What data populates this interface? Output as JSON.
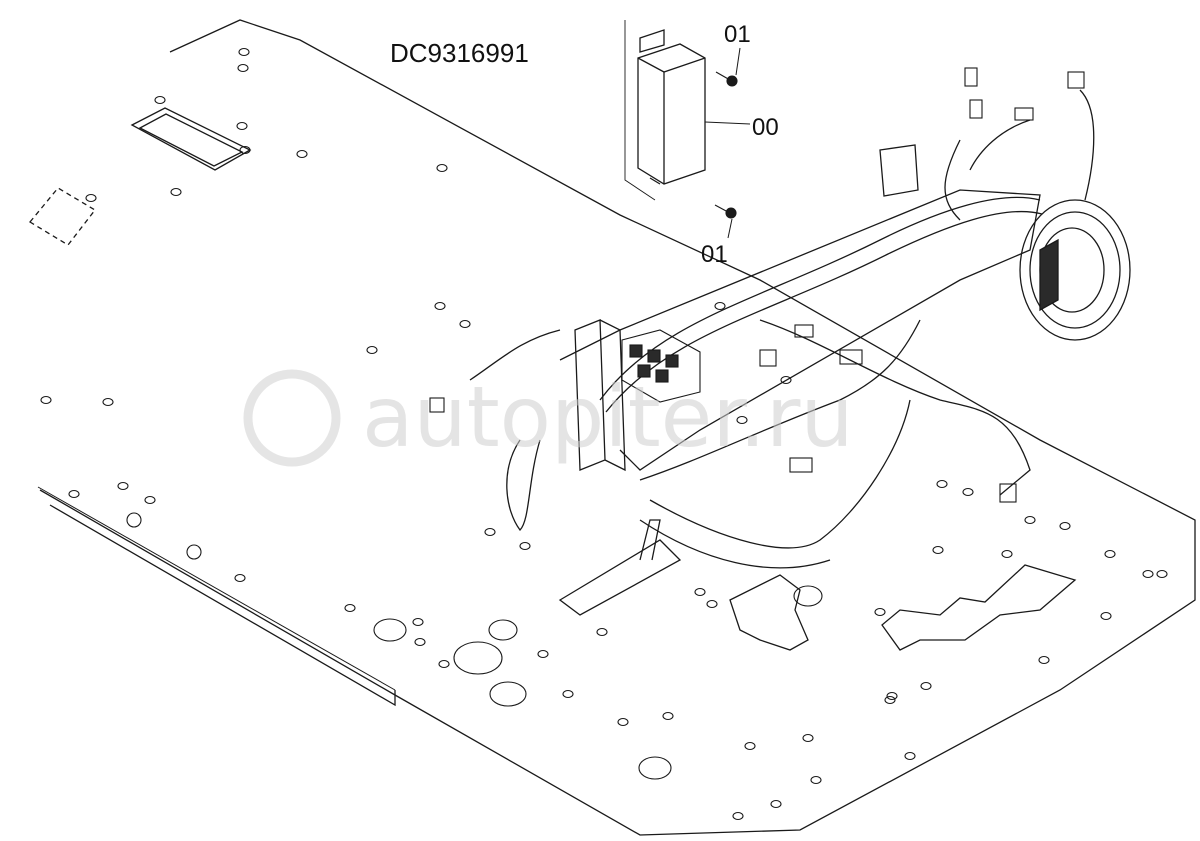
{
  "diagram": {
    "code": "DC9316991",
    "callouts": {
      "screw_top": "01",
      "unit": "00",
      "screw_bottom": "01"
    },
    "watermark": "autopiter.ru",
    "colors": {
      "line": "#1a1a1a",
      "fill_dark": "#2a2a2a",
      "watermark": "#cfcfcf"
    }
  }
}
